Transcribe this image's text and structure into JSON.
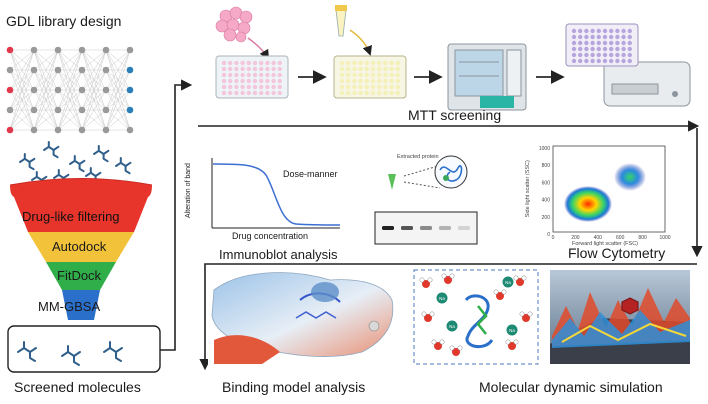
{
  "labels": {
    "gdl": "GDL library design",
    "mtt": "MTT screening",
    "immunoblot": "Immunoblot analysis",
    "flow": "Flow Cytometry",
    "binding": "Binding model analysis",
    "md": "Molecular dynamic simulation",
    "screened": "Screened molecules"
  },
  "funnel": {
    "stages": [
      {
        "label": "Drug-like filtering",
        "color": "#e8352c"
      },
      {
        "label": "Autodock",
        "color": "#f2c23a"
      },
      {
        "label": "FitDock",
        "color": "#2fae4a"
      },
      {
        "label": "MM-GBSA",
        "color": "#2a6fc9"
      }
    ]
  },
  "dose_chart": {
    "ylabel": "Alteration of band",
    "xlabel": "Drug concentration",
    "annotation": "Dose-manner"
  },
  "extracted_protein": "Extracted protein",
  "flow_chart": {
    "xlabel": "Forward light scatter (FSC)",
    "ylabel": "Side light scatter (SSC)",
    "xticks": [
      "0",
      "200",
      "400",
      "600",
      "800",
      "1000"
    ],
    "yticks": [
      "1000",
      "800",
      "600",
      "400",
      "200",
      "0"
    ]
  },
  "md_box_ions": [
    "Na",
    "Na",
    "Na",
    "Na"
  ],
  "colors": {
    "arrow": "#222222",
    "node_gray": "#9a9a9a",
    "node_red": "#e0394b",
    "node_blue": "#2a7fb8",
    "plate_pink": "#f3c6dd",
    "plate_yellow": "#f4f0b8",
    "plate_purple": "#b7a6de",
    "cells": "#f5a9c6",
    "incubator_teal": "#2bb5a4"
  }
}
